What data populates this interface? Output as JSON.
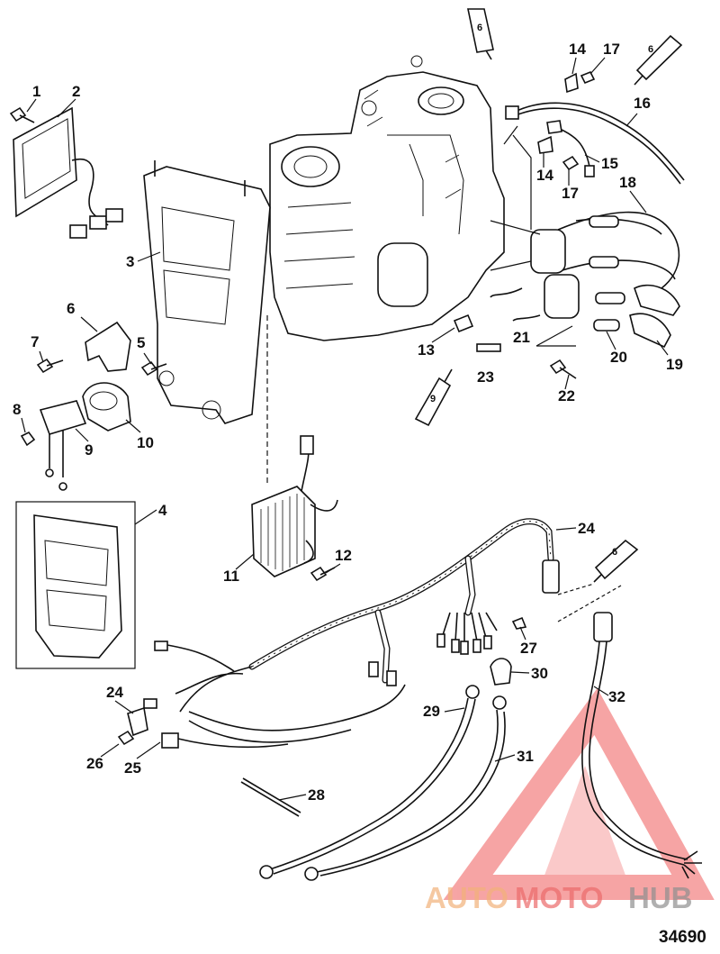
{
  "figure": {
    "number": "34690"
  },
  "watermark": {
    "part1": "AUTO",
    "part2": "MOTO",
    "part3": "HUB"
  },
  "sealant_tube": {
    "label_6": "6",
    "label_9": "9"
  },
  "callouts": [
    "1",
    "2",
    "3",
    "4",
    "5",
    "6",
    "7",
    "8",
    "9",
    "10",
    "11",
    "12",
    "13",
    "14",
    "14",
    "15",
    "16",
    "17",
    "17",
    "18",
    "19",
    "20",
    "21",
    "22",
    "23",
    "24",
    "24",
    "25",
    "26",
    "27",
    "28",
    "29",
    "30",
    "31",
    "32"
  ]
}
